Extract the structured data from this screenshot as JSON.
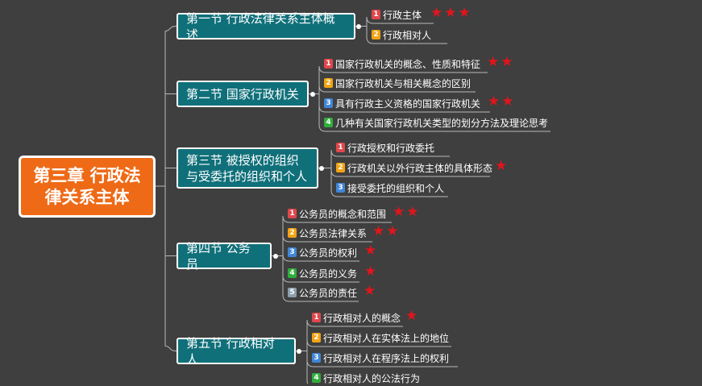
{
  "root": {
    "title": "第三章 行政法律关系主体"
  },
  "colors": {
    "background": "#3f3f3f",
    "root": "#ee6a16",
    "section": "#10707a",
    "line": "#b8b8b8",
    "star": "#e3141b",
    "badge_1": "#e0474c",
    "badge_2": "#f2a413",
    "badge_3": "#3f86d8",
    "badge_4": "#2fae3a",
    "badge_5": "#8aa0ad"
  },
  "sections": [
    {
      "title": "第一节 行政法律关系主体概述",
      "items": [
        {
          "num": "1",
          "text": "行政主体",
          "stars": 3
        },
        {
          "num": "2",
          "text": "行政相对人",
          "stars": 0
        }
      ]
    },
    {
      "title": "第二节 国家行政机关",
      "items": [
        {
          "num": "1",
          "text": "国家行政机关的概念、性质和特征",
          "stars": 2
        },
        {
          "num": "2",
          "text": "国家行政机关与相关概念的区别",
          "stars": 0
        },
        {
          "num": "3",
          "text": "具有行政主义资格的国家行政机关",
          "stars": 2
        },
        {
          "num": "4",
          "text": "几种有关国家行政机关类型的划分方法及理论思考",
          "stars": 0
        }
      ]
    },
    {
      "title": "第三节 被授权的组织与受委托的组织和个人",
      "items": [
        {
          "num": "1",
          "text": "行政授权和行政委托",
          "stars": 0
        },
        {
          "num": "2",
          "text": "行政机关以外行政主体的具体形态",
          "stars": 1
        },
        {
          "num": "3",
          "text": "接受委托的组织和个人",
          "stars": 0
        }
      ]
    },
    {
      "title": "第四节 公务员",
      "items": [
        {
          "num": "1",
          "text": "公务员的概念和范围",
          "stars": 2
        },
        {
          "num": "2",
          "text": "公务员法律关系",
          "stars": 2
        },
        {
          "num": "3",
          "text": "公务员的权利",
          "stars": 1
        },
        {
          "num": "4",
          "text": "公务员的义务",
          "stars": 1
        },
        {
          "num": "5",
          "text": "公务员的责任",
          "stars": 1
        }
      ]
    },
    {
      "title": "第五节 行政相对人",
      "items": [
        {
          "num": "1",
          "text": "行政相对人的概念",
          "stars": 1
        },
        {
          "num": "2",
          "text": "行政相对人在实体法上的地位",
          "stars": 0
        },
        {
          "num": "3",
          "text": "行政相对人在程序法上的权利",
          "stars": 0
        },
        {
          "num": "4",
          "text": "行政相对人的公法行为",
          "stars": 0
        }
      ]
    }
  ]
}
